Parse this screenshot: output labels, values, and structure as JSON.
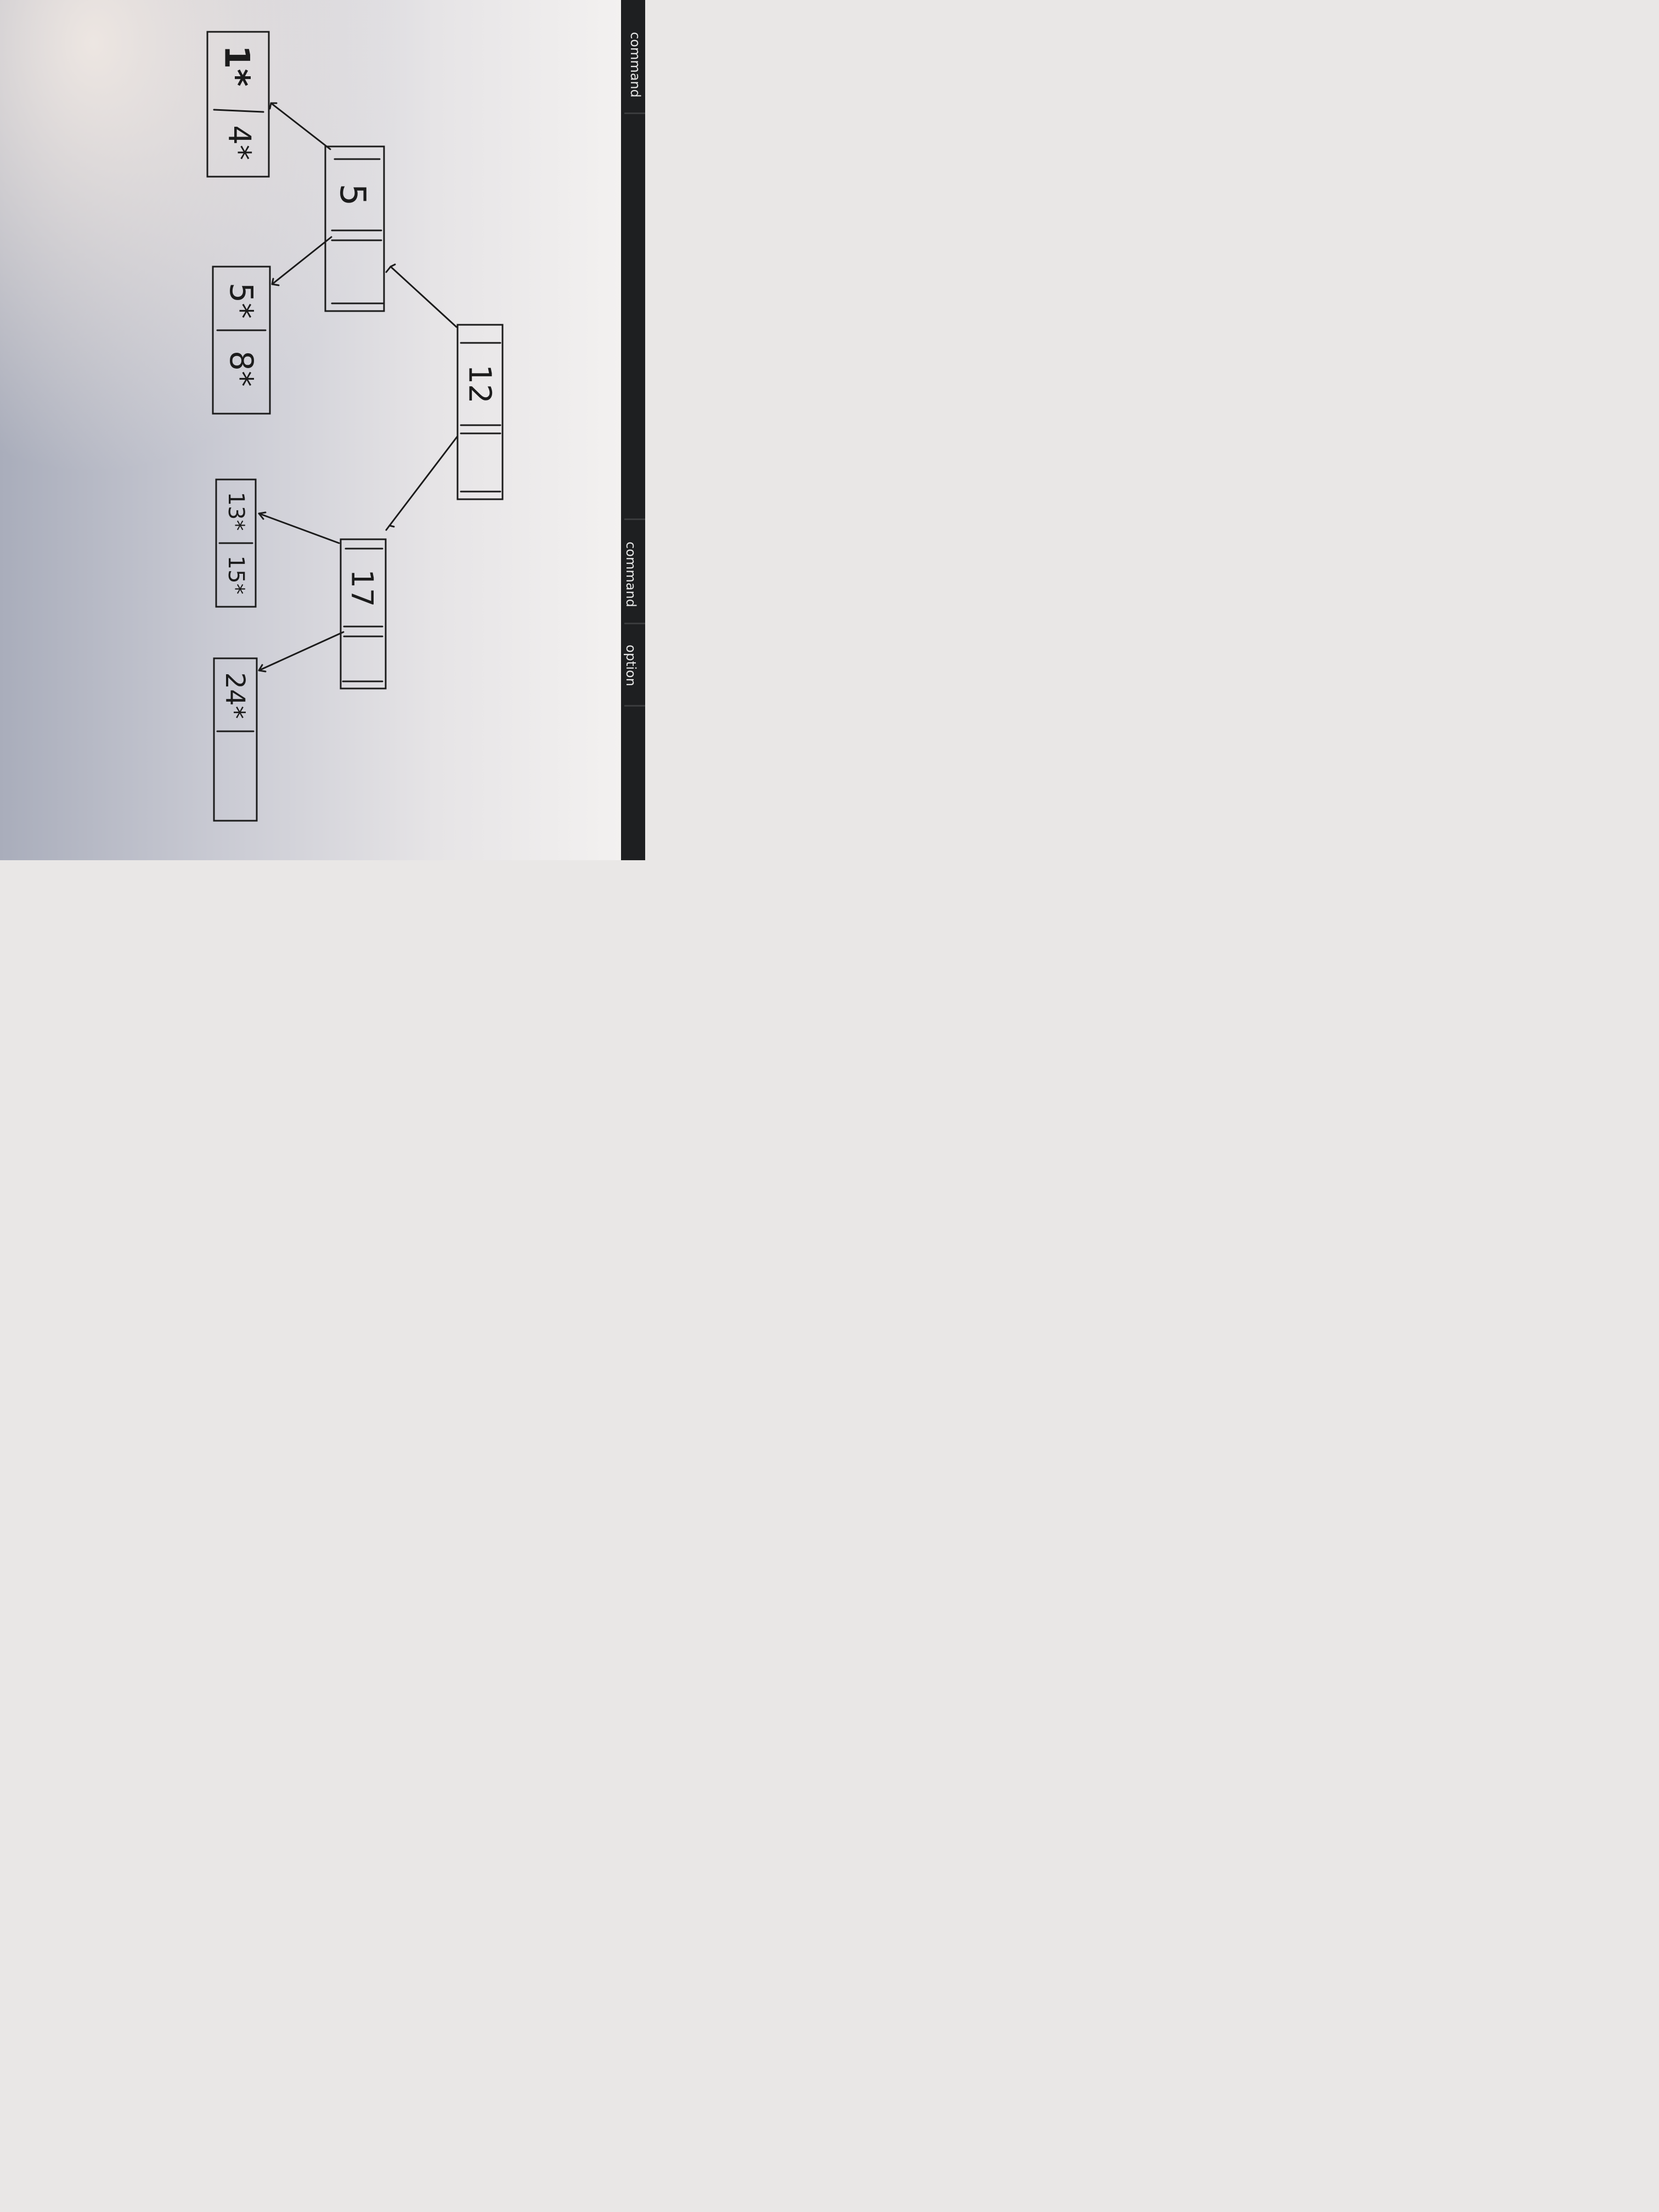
{
  "keyboard": {
    "keys": [
      "command",
      "command",
      "option"
    ]
  },
  "tree": {
    "root": {
      "key": "12"
    },
    "internal_left": {
      "key": "5"
    },
    "internal_right": {
      "key": "17"
    },
    "leaves": [
      {
        "entries": [
          "1*",
          "4*"
        ]
      },
      {
        "entries": [
          "5*",
          "8*"
        ]
      },
      {
        "entries": [
          "13*",
          "15*"
        ]
      },
      {
        "entries": [
          "24*",
          ""
        ]
      }
    ]
  },
  "colors": {
    "ink": "#1c1c1c",
    "paper": "#f1efee",
    "shadow": "#bcbfca",
    "keyboard": "#1e1f21"
  }
}
